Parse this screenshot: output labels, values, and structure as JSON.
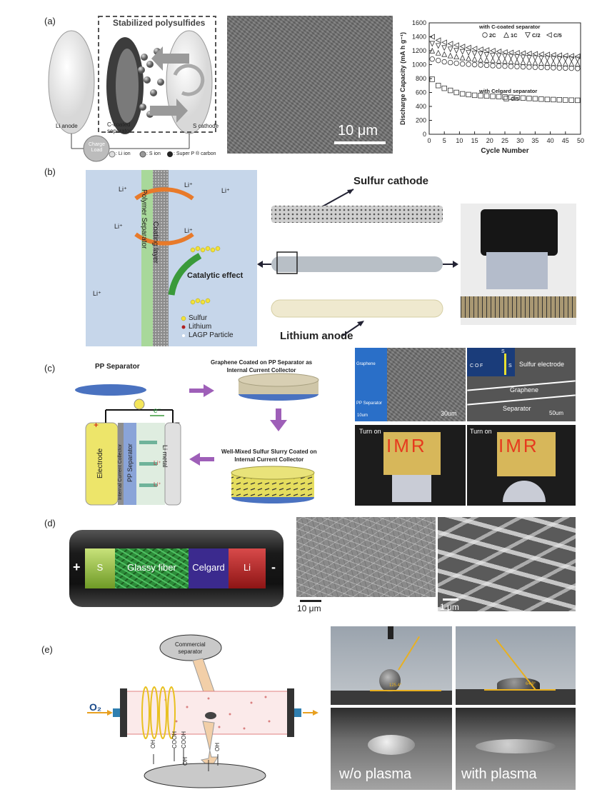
{
  "panels": {
    "a": {
      "letter": "(a)",
      "title": "Stabilized polysulfides",
      "li_anode": "Li anode",
      "separator": "C-coated\nseparator",
      "cathode": "S cathode",
      "charge_load": "Charge\nLoad",
      "legend_li": ": Li ion",
      "legend_s": ": S ion",
      "legend_c": ": Super P ® carbon",
      "scale": "10 μm"
    },
    "b": {
      "letter": "(b)",
      "coating": "Coating layer",
      "polymer": "Polymer Separator",
      "catalytic": "Catalytic effect",
      "legend": [
        "Sulfur",
        "Lithium",
        "LAGP Particle"
      ],
      "li_ion": "Li⁺",
      "sulfur_cathode": "Sulfur cathode",
      "lithium_anode": "Lithium anode"
    },
    "c": {
      "letter": "(c)",
      "pp": "PP Separator",
      "graphene_title": "Graphene Coated on PP Separator as\nInternal Current Collector",
      "slurry_title": "Well-Mixed Sulfur Slurry Coated on\nInternal Current Collector",
      "electrode": "Electrode",
      "icc": "Internal Current Collector",
      "pp_sep": "PP Separator",
      "li_metal": "Li metal",
      "e_label": "e⁻",
      "plus": "+",
      "minus": "−",
      "li_plus": "Li⁺",
      "sem_graphene": "Graphene",
      "sem_pp": "PP Separator",
      "sem_scale1": "30um",
      "sem_scale0": "10um",
      "sulfur_electrode": "Sulfur electrode",
      "graphene_lbl": "Graphene",
      "separator_lbl": "Separator",
      "scale2": "50um",
      "eds": [
        "C",
        "O",
        "F",
        "S",
        "S"
      ],
      "turn_on": "Turn on",
      "imr": "IMR"
    },
    "d": {
      "letter": "(d)",
      "segments": [
        "S",
        "Glassy fiber",
        "Celgard",
        "Li"
      ],
      "plus": "+",
      "minus": "-",
      "scale1": "10 μm",
      "scale2": "1 μm"
    },
    "e": {
      "letter": "(e)",
      "commercial": "Commercial\nseparator",
      "o2": "O₂",
      "groups": [
        "OH",
        "COOH",
        "COOH",
        "OH",
        "OH"
      ],
      "angle1": "125.4°",
      "angle2": "64.9°",
      "wo": "w/o plasma",
      "with": "with plasma"
    }
  },
  "chart_data": {
    "type": "scatter",
    "xlabel": "Cycle Number",
    "ylabel": "Discharge Capacity (mA h g⁻¹)",
    "xlim": [
      0,
      50
    ],
    "ylim": [
      0,
      1600
    ],
    "xticks": [
      0,
      5,
      10,
      15,
      20,
      25,
      30,
      35,
      40,
      45,
      50
    ],
    "yticks": [
      0,
      200,
      400,
      600,
      800,
      1000,
      1200,
      1400,
      1600
    ],
    "legend_titles": [
      "with C-coated separator",
      "with Celgard separator"
    ],
    "series": [
      {
        "name": "2C",
        "marker": "circle",
        "x": [
          1,
          3,
          5,
          7,
          9,
          11,
          13,
          15,
          17,
          19,
          21,
          23,
          25,
          27,
          29,
          31,
          33,
          35,
          37,
          39,
          41,
          43,
          45,
          47,
          49
        ],
        "values": [
          1080,
          1060,
          1040,
          1030,
          1020,
          1010,
          1005,
          1000,
          995,
          990,
          985,
          980,
          978,
          975,
          972,
          968,
          965,
          962,
          960,
          958,
          955,
          952,
          950,
          948,
          945
        ]
      },
      {
        "name": "1C",
        "marker": "triangle-up",
        "x": [
          1,
          3,
          5,
          7,
          9,
          11,
          13,
          15,
          17,
          19,
          21,
          23,
          25,
          27,
          29,
          31,
          33,
          35,
          37,
          39,
          41,
          43,
          45,
          47,
          49
        ],
        "values": [
          1200,
          1170,
          1150,
          1130,
          1115,
          1100,
          1090,
          1080,
          1070,
          1065,
          1060,
          1055,
          1050,
          1045,
          1040,
          1035,
          1030,
          1028,
          1025,
          1022,
          1020,
          1018,
          1015,
          1012,
          1010
        ]
      },
      {
        "name": "C/2",
        "marker": "triangle-down",
        "x": [
          1,
          3,
          5,
          7,
          9,
          11,
          13,
          15,
          17,
          19,
          21,
          23,
          25,
          27,
          29,
          31,
          33,
          35,
          37,
          39,
          41,
          43,
          45,
          47,
          49
        ],
        "values": [
          1300,
          1270,
          1240,
          1220,
          1200,
          1185,
          1170,
          1160,
          1150,
          1140,
          1130,
          1125,
          1120,
          1115,
          1110,
          1105,
          1100,
          1095,
          1090,
          1088,
          1085,
          1082,
          1080,
          1078,
          1075
        ]
      },
      {
        "name": "C/5",
        "marker": "triangle-left",
        "x": [
          1,
          3,
          5,
          7,
          9,
          11,
          13,
          15,
          17,
          19,
          21,
          23,
          25,
          27,
          29,
          31,
          33,
          35,
          37,
          39,
          41,
          43,
          45,
          47,
          49
        ],
        "values": [
          1400,
          1350,
          1320,
          1300,
          1280,
          1260,
          1245,
          1230,
          1220,
          1210,
          1200,
          1190,
          1180,
          1175,
          1170,
          1165,
          1160,
          1155,
          1150,
          1145,
          1140,
          1135,
          1130,
          1125,
          1120
        ]
      },
      {
        "name": "C/5 ",
        "marker": "square",
        "x": [
          1,
          3,
          5,
          7,
          9,
          11,
          13,
          15,
          17,
          19,
          21,
          23,
          25,
          27,
          29,
          31,
          33,
          35,
          37,
          39,
          41,
          43,
          45,
          47,
          49
        ],
        "values": [
          790,
          700,
          660,
          630,
          600,
          580,
          570,
          560,
          555,
          550,
          545,
          540,
          535,
          530,
          525,
          520,
          515,
          510,
          505,
          500,
          498,
          495,
          492,
          490,
          488
        ]
      }
    ],
    "colors": {
      "markers": "#333333"
    }
  }
}
